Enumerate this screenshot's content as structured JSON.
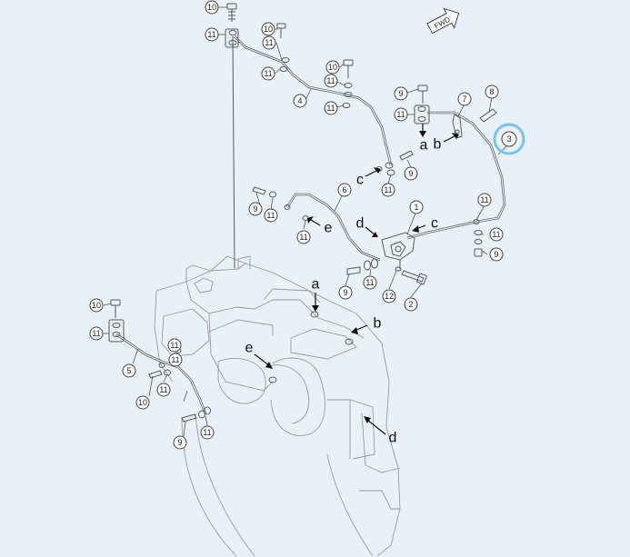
{
  "fwd_label": "FWD",
  "callouts": [
    {
      "id": "c-10-top",
      "text": "10"
    },
    {
      "id": "c-11-top",
      "text": "11"
    },
    {
      "id": "c-10-b",
      "text": "10"
    },
    {
      "id": "c-11-b",
      "text": "11"
    },
    {
      "id": "c-11-c",
      "text": "11"
    },
    {
      "id": "c-10-d",
      "text": "10"
    },
    {
      "id": "c-11-e",
      "text": "11"
    },
    {
      "id": "c-4",
      "text": "4"
    },
    {
      "id": "c-11-f",
      "text": "11"
    },
    {
      "id": "c-9-g",
      "text": "9"
    },
    {
      "id": "c-11-h",
      "text": "11"
    },
    {
      "id": "c-7",
      "text": "7"
    },
    {
      "id": "c-8",
      "text": "8"
    },
    {
      "id": "c-3",
      "text": "3"
    },
    {
      "id": "c-9-i",
      "text": "9"
    },
    {
      "id": "c-11-j",
      "text": "11"
    },
    {
      "id": "c-6",
      "text": "6"
    },
    {
      "id": "c-9-k",
      "text": "9"
    },
    {
      "id": "c-11-l",
      "text": "11"
    },
    {
      "id": "c-11-m",
      "text": "11"
    },
    {
      "id": "c-11-n",
      "text": "11"
    },
    {
      "id": "c-1",
      "text": "1"
    },
    {
      "id": "c-11-o",
      "text": "11"
    },
    {
      "id": "c-11-p",
      "text": "11"
    },
    {
      "id": "c-9-q",
      "text": "9"
    },
    {
      "id": "c-9-r",
      "text": "9"
    },
    {
      "id": "c-11-s",
      "text": "11"
    },
    {
      "id": "c-12",
      "text": "12"
    },
    {
      "id": "c-2",
      "text": "2"
    },
    {
      "id": "c-10-t",
      "text": "10"
    },
    {
      "id": "c-11-u",
      "text": "11"
    },
    {
      "id": "c-11-v",
      "text": "11"
    },
    {
      "id": "c-5",
      "text": "5"
    },
    {
      "id": "c-11-w",
      "text": "11"
    },
    {
      "id": "c-10-x",
      "text": "10"
    },
    {
      "id": "c-11-y",
      "text": "11"
    },
    {
      "id": "c-11-z",
      "text": "11"
    },
    {
      "id": "c-9-aa",
      "text": "9"
    }
  ],
  "letters": [
    {
      "id": "l-a-top",
      "text": "a"
    },
    {
      "id": "l-b-top",
      "text": "b"
    },
    {
      "id": "l-c-top",
      "text": "c"
    },
    {
      "id": "l-e-top",
      "text": "e"
    },
    {
      "id": "l-d-top",
      "text": "d"
    },
    {
      "id": "l-c-mid",
      "text": "c"
    },
    {
      "id": "l-a-body",
      "text": "a"
    },
    {
      "id": "l-b-body",
      "text": "b"
    },
    {
      "id": "l-e-body",
      "text": "e"
    },
    {
      "id": "l-d-body",
      "text": "d"
    }
  ],
  "highlight_color": "#7cc4e4"
}
